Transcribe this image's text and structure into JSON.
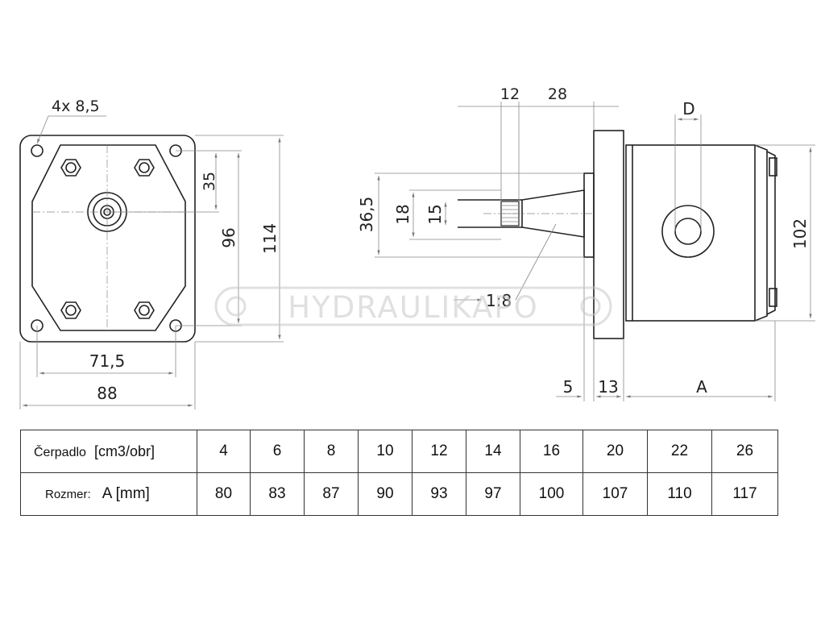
{
  "front_view": {
    "holes_label": "4x 8,5",
    "dim_35": "35",
    "dim_96": "96",
    "dim_114": "114",
    "dim_71_5": "71,5",
    "dim_88": "88"
  },
  "side_view": {
    "dim_12": "12",
    "dim_28": "28",
    "dim_D": "D",
    "dim_36_5": "36,5",
    "dim_18": "18",
    "dim_15": "15",
    "taper": "1:8",
    "dim_102": "102",
    "dim_5": "5",
    "dim_13": "13",
    "dim_A": "A"
  },
  "watermark": "HYDRAULIKAPO",
  "table": {
    "row1_label": "Čerpadlo",
    "row1_unit": "[cm3/obr]",
    "row2_label": "Rozmer:",
    "row2_unit": "A [mm]",
    "displacement": [
      "4",
      "6",
      "8",
      "10",
      "12",
      "14",
      "16",
      "20",
      "22",
      "26"
    ],
    "dimension_a": [
      "80",
      "83",
      "87",
      "90",
      "93",
      "97",
      "100",
      "107",
      "110",
      "117"
    ]
  }
}
